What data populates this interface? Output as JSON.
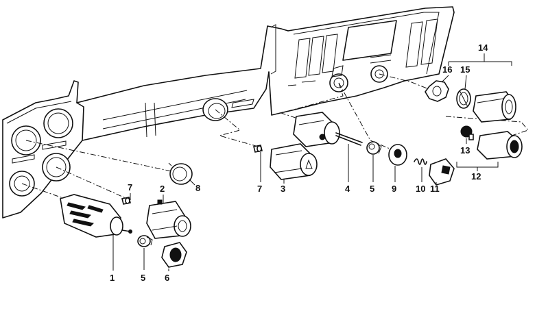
{
  "diagram": {
    "callouts": [
      {
        "id": "c1",
        "label": "1"
      },
      {
        "id": "c2",
        "label": "2"
      },
      {
        "id": "c3",
        "label": "3"
      },
      {
        "id": "c4",
        "label": "4"
      },
      {
        "id": "c5a",
        "label": "5"
      },
      {
        "id": "c5b",
        "label": "5"
      },
      {
        "id": "c6",
        "label": "6"
      },
      {
        "id": "c7a",
        "label": "7"
      },
      {
        "id": "c7b",
        "label": "7"
      },
      {
        "id": "c8",
        "label": "8"
      },
      {
        "id": "c9",
        "label": "9"
      },
      {
        "id": "c10",
        "label": "10"
      },
      {
        "id": "c11",
        "label": "11"
      },
      {
        "id": "c12",
        "label": "12"
      },
      {
        "id": "c13",
        "label": "13"
      },
      {
        "id": "c14",
        "label": "14"
      },
      {
        "id": "c15",
        "label": "15"
      },
      {
        "id": "c16",
        "label": "16"
      }
    ]
  }
}
